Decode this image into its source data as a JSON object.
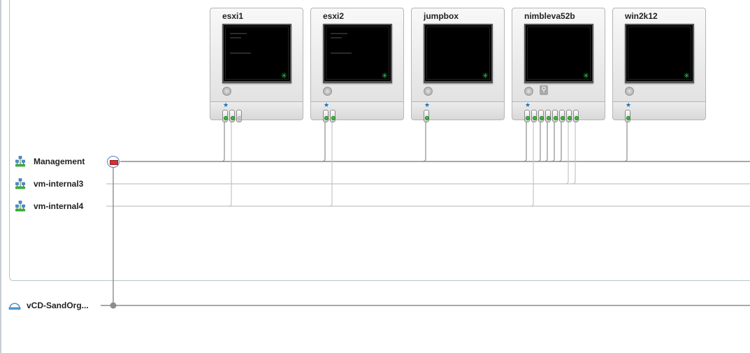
{
  "vms": [
    {
      "name": "esxi1",
      "nics": [
        true,
        true,
        false
      ],
      "usb": false
    },
    {
      "name": "esxi2",
      "nics": [
        true,
        true
      ],
      "usb": false
    },
    {
      "name": "jumpbox",
      "nics": [
        true
      ],
      "usb": false
    },
    {
      "name": "nimbleva52b",
      "nics": [
        true,
        true,
        true,
        true,
        true,
        true,
        true,
        true
      ],
      "usb": true
    },
    {
      "name": "win2k12",
      "nics": [
        true
      ],
      "usb": false
    }
  ],
  "vapp_networks": [
    {
      "name": "Management"
    },
    {
      "name": "vm-internal3"
    },
    {
      "name": "vm-internal4"
    }
  ],
  "org_network": {
    "name": "vCD-SandOrg..."
  },
  "icons": {
    "vm_status": "sparkle-icon",
    "power": "power-icon",
    "usb": "usb-icon",
    "primary_nic": "star-icon",
    "network": "network-icon",
    "edge_gateway": "firewall-icon",
    "org_network": "cloud-network-icon"
  },
  "colors": {
    "wire": "#8c8c8c",
    "wire_light": "#c4c4c4",
    "nic_connected": "#3cba3c",
    "status_green": "#2bd14a",
    "primary_star": "#1a6fb3",
    "gateway": "#d9302c"
  },
  "glyphs": {
    "status": "✳",
    "star": "★",
    "usb": "⚲"
  }
}
